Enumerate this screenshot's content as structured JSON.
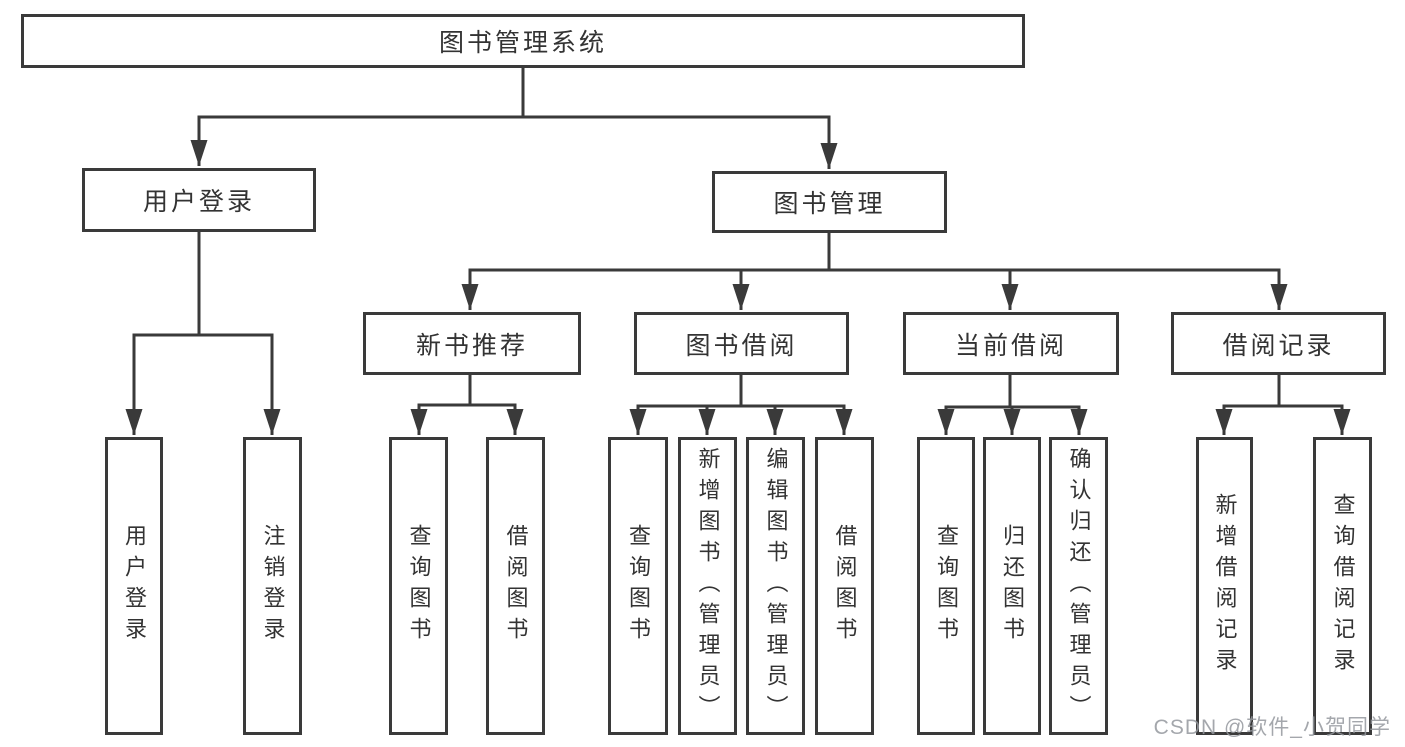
{
  "diagram": {
    "title": "图书管理系统",
    "root": {
      "label": "图书管理系统"
    },
    "level2": [
      {
        "label": "用户登录"
      },
      {
        "label": "图书管理"
      }
    ],
    "level3": [
      {
        "label": "新书推荐"
      },
      {
        "label": "图书借阅"
      },
      {
        "label": "当前借阅"
      },
      {
        "label": "借阅记录"
      }
    ],
    "leaves": {
      "user_login": [
        "用户登录",
        "注销登录"
      ],
      "new_book_recommendation": [
        "查询图书",
        "借阅图书"
      ],
      "book_borrowing": [
        "查询图书",
        "新增图书（管理员）",
        "编辑图书（管理员）",
        "借阅图书"
      ],
      "current_borrowing": [
        "查询图书",
        "归还图书",
        "确认归还（管理员）"
      ],
      "borrowing_records": [
        "新增借阅记录",
        "查询借阅记录"
      ]
    },
    "colors": {
      "line": "#3a3a3a",
      "text": "#333333",
      "background": "#ffffff",
      "watermark": "#94989e"
    }
  },
  "watermark": {
    "text": "CSDN @软件_小贺同学"
  }
}
